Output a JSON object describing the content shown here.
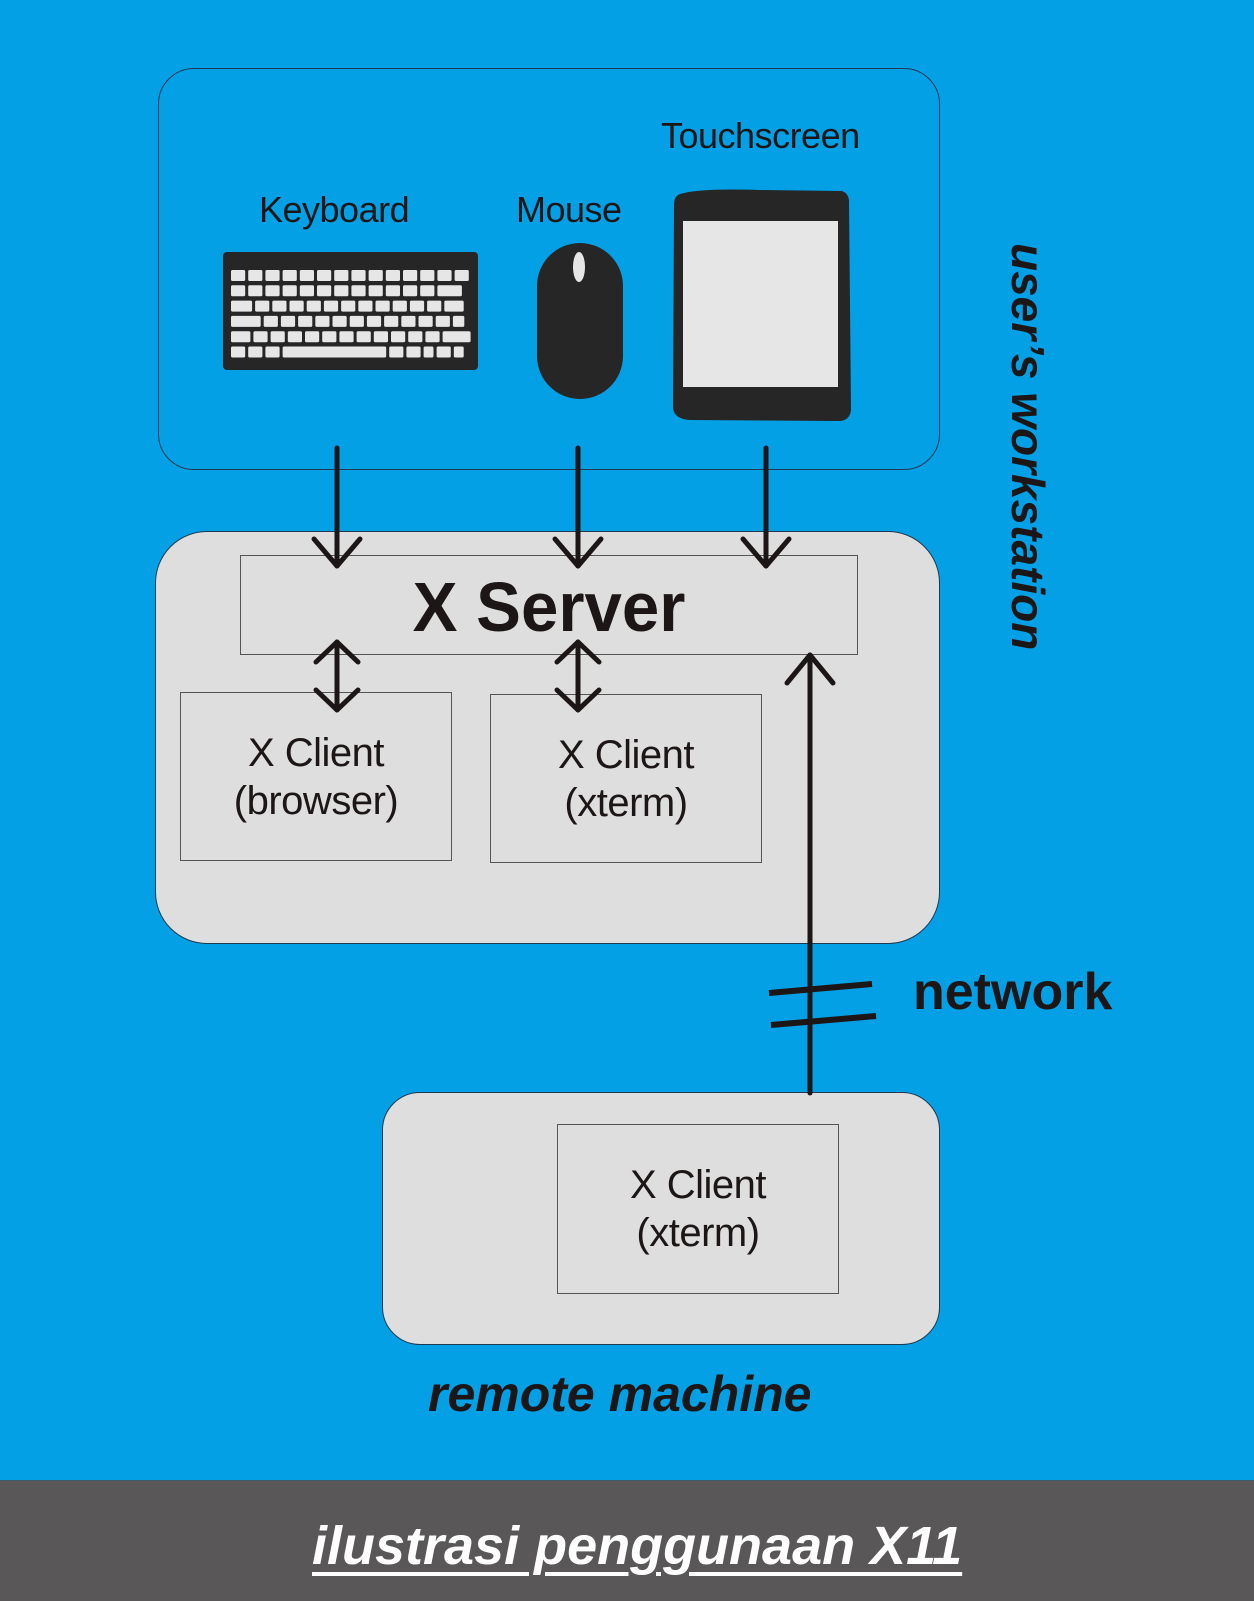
{
  "diagram": {
    "title": "ilustrasi penggunaan X11",
    "colors": {
      "background": "#04a0e6",
      "panel_fill": "#dedede",
      "ink": "#1c1616",
      "footer": "#595757",
      "footer_text": "#ffffff"
    },
    "workstation_label": "user’s workstation",
    "input_devices": [
      {
        "label": "Keyboard",
        "icon": "keyboard-icon"
      },
      {
        "label": "Mouse",
        "icon": "mouse-icon"
      },
      {
        "label": "Touchscreen",
        "icon": "touchscreen-icon"
      }
    ],
    "x_server": {
      "label": "X Server"
    },
    "local_clients": [
      {
        "line1": "X Client",
        "line2": "(browser)"
      },
      {
        "line1": "X Client",
        "line2": "(xterm)"
      }
    ],
    "network_label": "network",
    "remote": {
      "label": "remote machine",
      "client": {
        "line1": "X Client",
        "line2": "(xterm)"
      }
    },
    "connections": [
      {
        "from": "Keyboard",
        "to": "X Server",
        "direction": "one-way"
      },
      {
        "from": "Mouse",
        "to": "X Server",
        "direction": "one-way"
      },
      {
        "from": "Touchscreen",
        "to": "X Server",
        "direction": "one-way"
      },
      {
        "from": "X Server",
        "to": "X Client (browser)",
        "direction": "two-way"
      },
      {
        "from": "X Server",
        "to": "X Client (xterm)",
        "direction": "two-way"
      },
      {
        "from": "remote X Client (xterm)",
        "to": "X Server",
        "direction": "one-way",
        "via": "network"
      }
    ]
  }
}
